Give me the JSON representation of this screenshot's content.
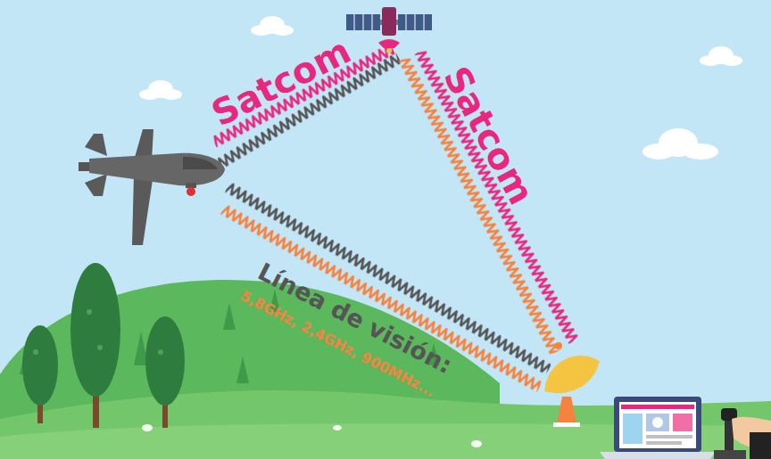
{
  "diagram": {
    "labels": [
      "Satcom",
      "Satcom",
      "Línea de visión:",
      "5,8GHz, 2,4GHz, 900MHz..."
    ]
  }
}
